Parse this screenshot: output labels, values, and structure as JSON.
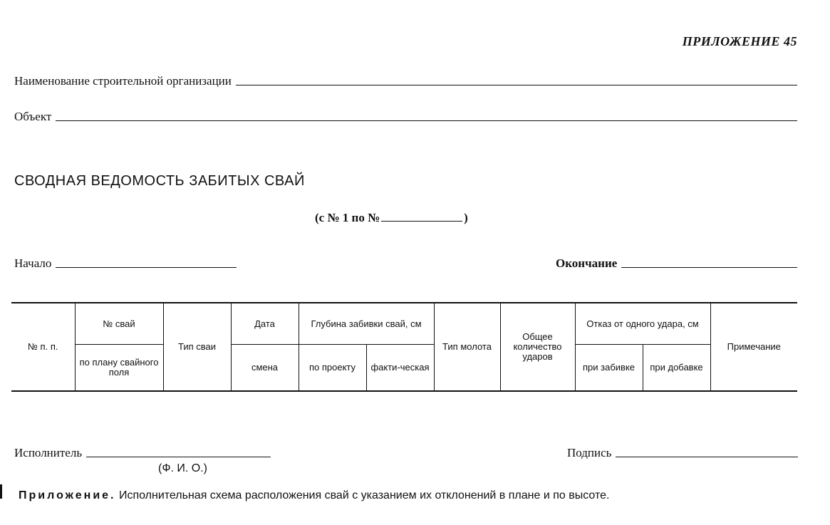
{
  "appendix_label": "ПРИЛОЖЕНИЕ 45",
  "org_label": "Наименование строительной организации",
  "object_label": "Объект",
  "title": "СВОДНАЯ ВЕДОМОСТЬ ЗАБИТЫХ СВАЙ",
  "range": {
    "prefix": "(с № 1 по №",
    "suffix": ")"
  },
  "start_label": "Начало",
  "end_label": "Окончание",
  "table": {
    "col_num": "№ п. п.",
    "pile_no": "№ свай",
    "pile_no_plan": "по плану свайного поля",
    "pile_type": "Тип сваи",
    "date": "Дата",
    "shift": "смена",
    "depth": "Глубина забивки свай, см",
    "depth_project": "по проекту",
    "depth_actual": "факти-ческая",
    "hammer_type": "Тип молота",
    "total_blows": "Общее количество ударов",
    "refusal": "Отказ от одного удара, см",
    "refusal_driving": "при забивке",
    "refusal_redriving": "при добавке",
    "remarks": "Примечание"
  },
  "executor_label": "Исполнитель",
  "fio_label": "(Ф. И. О.)",
  "signature_label": "Подпись",
  "note": {
    "head": "Приложение.",
    "text": "Исполнительная схема расположения свай  с указанием их отклонений в плане и по высоте."
  }
}
